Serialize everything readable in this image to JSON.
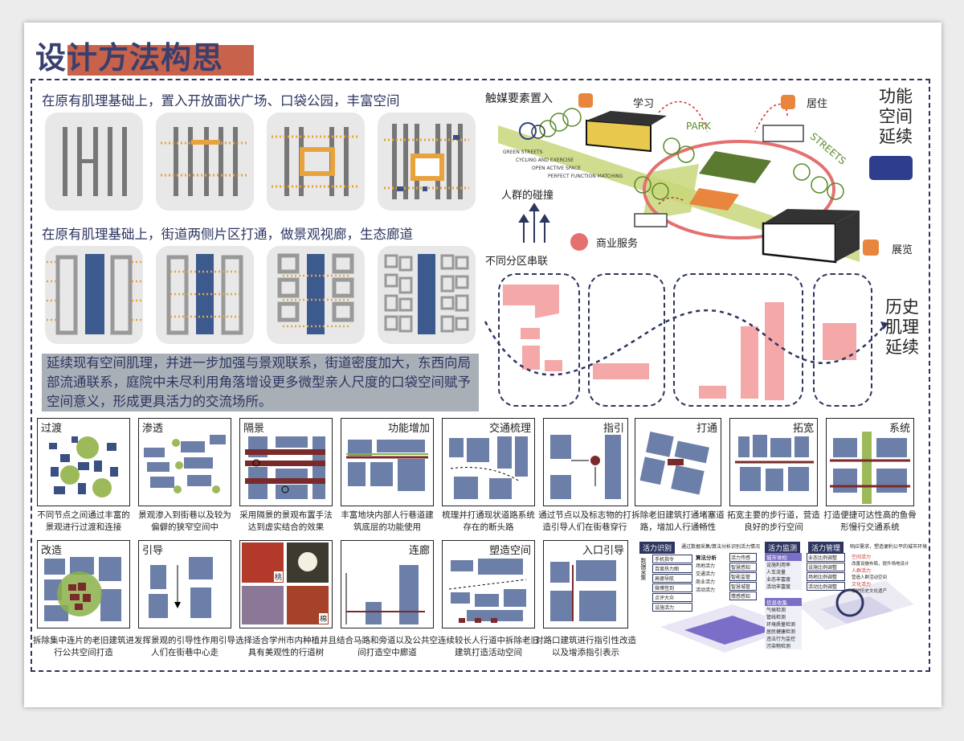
{
  "title": "设计方法构思",
  "row1_title": "在原有肌理基础上，置入开放面状广场、口袋公园，丰富空间",
  "row2_title": "在原有肌理基础上，街道两侧片区打通，做景观视廊，生态廊道",
  "paragraph": "延续现有空间肌理，并进一步加强与景观联系，街道密度加大，东西向局部流通联系，庭院中未尽利用角落增设更多微型亲人尺度的口袋空间赋予空间意义，形成更具活力的交流场所。",
  "catalyst": {
    "title": "触媒要素置入",
    "learn": "学习",
    "live": "居住",
    "crowd": "人群的碰撞",
    "commerce": "商业服务",
    "exhibit": "展览",
    "zones": "不同分区串联",
    "park": "PARK",
    "streets": "STREETS",
    "en_lines": [
      "GREEN STREETS",
      "CYCLING AND EXERCISE",
      "OPEN ACTIVE SPACE",
      "PERFECT FUNCTION MATCHING"
    ],
    "func_title": "功能空间延续"
  },
  "history_title": "历史肌理延续",
  "panels_row1": [
    {
      "label": "过渡",
      "caption": "不同节点之间通过丰富的景观进行过渡和连接"
    },
    {
      "label": "渗透",
      "caption": "景观渗入到街巷以及较为偏僻的狭窄空间中"
    },
    {
      "label": "隔景",
      "caption": "采用隔景的景观布置手法达到虚实结合的效果"
    },
    {
      "label": "功能增加",
      "caption": "丰富地块内部人行巷道建筑底层的功能使用"
    },
    {
      "label": "交通梳理",
      "caption": "梳理并打通现状道路系统存在的断头路"
    },
    {
      "label": "指引",
      "caption": "通过节点以及标志物的打造引导人们在街巷穿行"
    },
    {
      "label": "打通",
      "caption": "拆除老旧建筑打通堵塞道路，增加人行通畅性"
    },
    {
      "label": "拓宽",
      "caption": "拓宽主要的步行道，营造良好的步行空间"
    },
    {
      "label": "系统",
      "caption": "打造便捷可达性高的鱼骨形慢行交通系统"
    }
  ],
  "panels_row2": [
    {
      "label": "改造",
      "caption": "拆除集中连片的老旧建筑进行公共空间打造"
    },
    {
      "label": "引导",
      "caption": "发挥景观的引导性作用引导人们在街巷中心走"
    },
    {
      "label": "",
      "caption": "选择适合学州市内种植并且具有美观性的行道树"
    },
    {
      "label": "连廊",
      "caption": "结合马路和旁道以及公共空间打造空中廊道"
    },
    {
      "label": "塑造空间",
      "caption": "连续较长人行道中拆除老旧建筑打造活动空间"
    },
    {
      "label": "入口引导",
      "caption": "对路口建筑进行指引性改造以及增添指引表示"
    }
  ],
  "tree_badges": [
    "桃",
    "棉"
  ],
  "vitality": {
    "identify": "活力识别",
    "monitor": "活力监测",
    "manage": "活力管理",
    "collect": "数据采集",
    "algo": "算法分析",
    "info": "信息收集",
    "results": [
      "活力传感",
      "智慧感知",
      "智能监管",
      "智慧城管",
      "情感感知"
    ],
    "items": [
      "手机指令",
      "百度热力图",
      "高德导航",
      "微博签到",
      "点评大众",
      "设施活力"
    ],
    "algo_items": [
      "场地活力",
      "交通活力",
      "商业活力",
      "活动活力"
    ],
    "eval_title": "城市体检",
    "eval_items": [
      "设施利用率",
      "人车流量",
      "业态丰富度",
      "活动丰富度"
    ],
    "info_items": [
      "气候检测",
      "管线检测",
      "环境质量检测",
      "居民健康检测",
      "违法行为监控",
      "污染物检测"
    ],
    "manage_items": [
      "业态比例调整",
      "设施比例调整",
      "场地比例调整",
      "活动比例调整"
    ],
    "notes": [
      "空间活力",
      "人群活力",
      "文化活力"
    ],
    "note_lines": [
      "改善设施布局，提升场地设计",
      "营造人群活动空间",
      "保护历史文化遗产"
    ],
    "top_note": "通过数据采集/算法分析识别活力情况",
    "right_note": "响应需求，塑造便利公平的城市环境"
  },
  "colors": {
    "navy": "#2d3560",
    "block": "#6c7fa8",
    "orange": "#e8a33d",
    "brick": "#c9624a",
    "pink": "#f4a9a8",
    "green": "#7ea850",
    "lime": "#c8d77a"
  }
}
